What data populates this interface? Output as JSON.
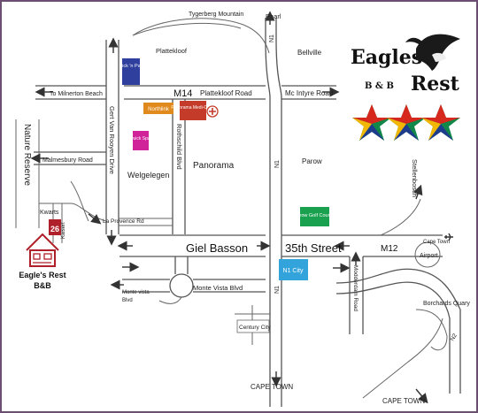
{
  "colors": {
    "frame": "#6b4e71",
    "road": "#555555",
    "pick_n_pay": "#2f3f9e",
    "northlink": "#e0891c",
    "quick_spar": "#d0239a",
    "medi_clinic": "#c43b2a",
    "golf_course": "#1aa14f",
    "n1_city": "#33a3dc",
    "flag_red": "#d7281e",
    "flag_blue": "#1e3c8c",
    "flag_green": "#11874a",
    "flag_yellow": "#f2b705"
  },
  "brand": {
    "word1": "Eagles",
    "word2": "Rest",
    "sub": "B & B"
  },
  "labels": {
    "tygerberg_mountain": "Tygerberg Mountain",
    "paarl": "Paarl",
    "plattekloof": "Plattekloof",
    "bellville": "Bellville",
    "to_milnerton": "To Milnerton Beach",
    "m14": "M14",
    "plattekloof_road": "Plattekloof Road",
    "mc_intyre": "Mc Intyre Road",
    "gert_van_rooyen": "Gert Van Rooyen Drive",
    "nature_reserve": "Nature Reserve",
    "malmesbury": "Malmesbury Road",
    "welgelegen": "Welgelegen",
    "panorama": "Panorama",
    "rothschild": "Rothschild Blvd",
    "parow": "Parow",
    "stellenbosch": "Stellenbosch",
    "kwarts": "Kwarts",
    "kaisert": "Kaisert",
    "la_provence": "La Provence Rd",
    "giel_basson": "Giel Basson",
    "street_35th": "35th Street",
    "m12": "M12",
    "cape_town_airport": "Cape Town",
    "airport": "Airport",
    "house_name_1": "Eagle's Rest",
    "house_name_2": "B&B",
    "monte_vista": "Monte vista",
    "blvd": "Blvd",
    "monte_vista_blvd": "Monte Vista Blvd",
    "modderdam": "Modderdam Road",
    "borchards": "Borchards Quary",
    "century_city": "Century City",
    "cape_town_1": "CAPE TOWN",
    "cape_town_2": "CAPE TOWN",
    "n1_a": "N1",
    "n1_b": "N1",
    "n1_c": "N1",
    "n2": "N2",
    "route_26": "26"
  },
  "pois": {
    "pick_n_pay": "Pick 'n Pay",
    "northlink": "Northlink",
    "medi_clinic": "Panorama Medi-Clinic",
    "quick_spar": "Quick Spar",
    "golf_course": "Parow Golf Course",
    "n1_city": "N1 City"
  },
  "icons": [
    "flag-star-icon",
    "eagle-icon",
    "house-icon",
    "airplane-icon",
    "medical-cross-icon",
    "direction-arrow-icon"
  ]
}
